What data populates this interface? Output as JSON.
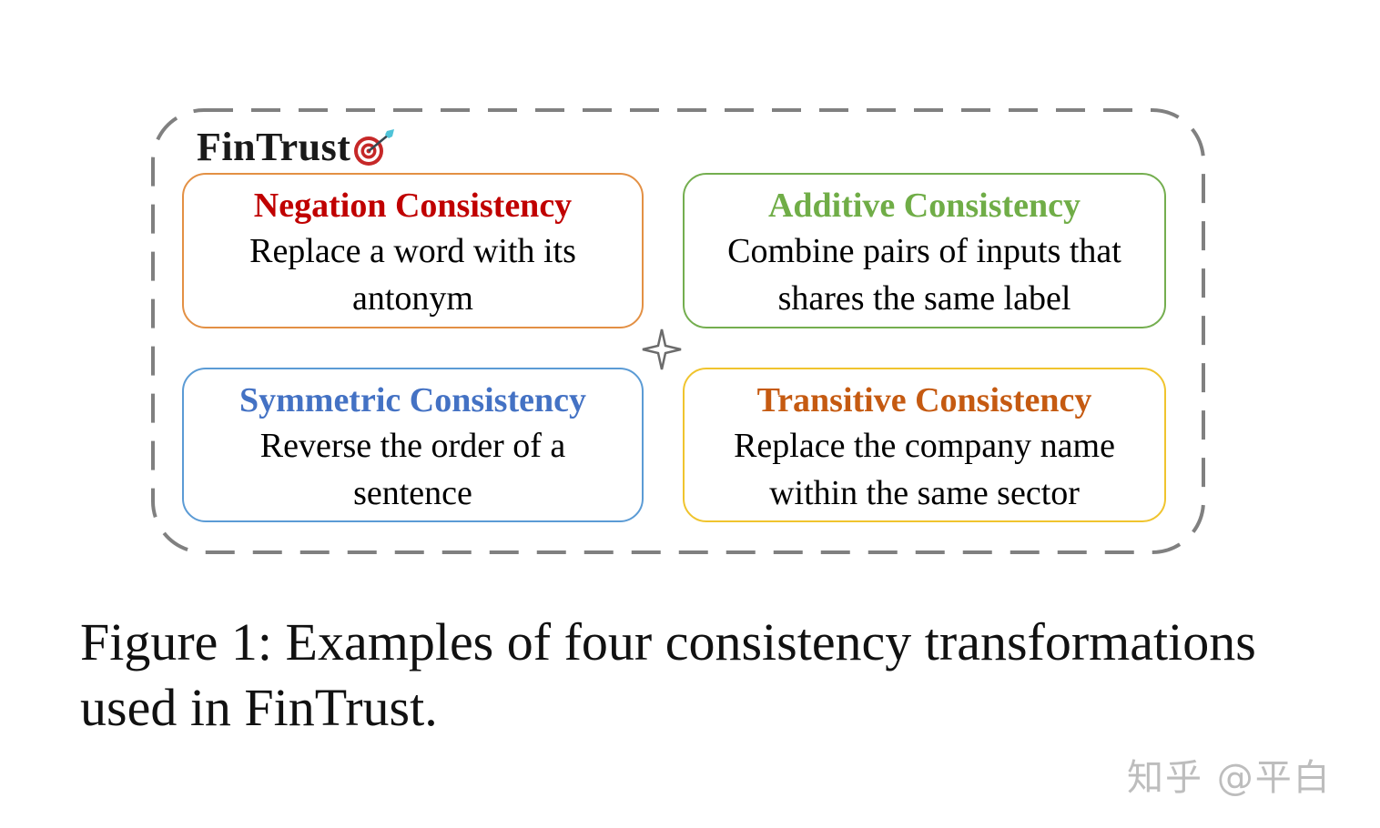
{
  "figure": {
    "brand": {
      "title": "FinTrust",
      "icon": "dart-target-icon"
    },
    "center_icon": "four-point-star-icon",
    "boxes": [
      {
        "id": "negation",
        "title": "Negation Consistency",
        "description": "Replace a word with its antonym",
        "title_color": "#C00000",
        "border_color": "#E39044"
      },
      {
        "id": "additive",
        "title": "Additive Consistency",
        "description": "Combine pairs of inputs that shares the same label",
        "title_color": "#70AD47",
        "border_color": "#74AE4F"
      },
      {
        "id": "symmetric",
        "title": "Symmetric Consistency",
        "description": "Reverse the order of a sentence",
        "title_color": "#4472C4",
        "border_color": "#5B9BD5"
      },
      {
        "id": "transitive",
        "title": "Transitive Consistency",
        "description": "Replace the company name within the same sector",
        "title_color": "#C55A11",
        "border_color": "#F0C42E"
      }
    ],
    "frame_border_color": "#808080"
  },
  "caption": "Figure 1: Examples of four consistency transformations used in FinTrust.",
  "watermark": "知乎 @平白"
}
